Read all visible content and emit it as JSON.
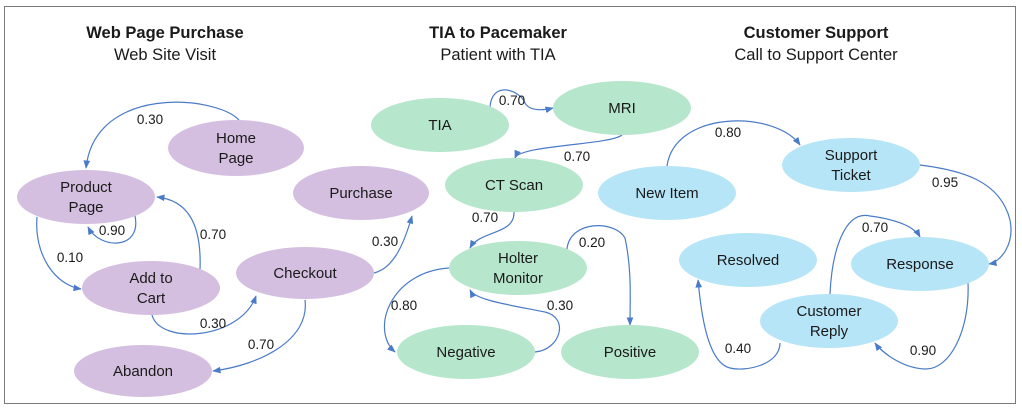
{
  "colors": {
    "purple": "#d5bfe0",
    "green": "#b6e6cc",
    "blue": "#b6e5f7",
    "edge": "#4a7bc8"
  },
  "diagrams": [
    {
      "title": "Web Page Purchase",
      "subtitle": "Web Site Visit",
      "color": "purple",
      "nodes": [
        {
          "id": "home",
          "label": [
            "Home",
            "Page"
          ]
        },
        {
          "id": "product",
          "label": [
            "Product",
            "Page"
          ]
        },
        {
          "id": "purchase",
          "label": [
            "Purchase"
          ]
        },
        {
          "id": "cart",
          "label": [
            "Add to",
            "Cart"
          ]
        },
        {
          "id": "checkout",
          "label": [
            "Checkout"
          ]
        },
        {
          "id": "abandon",
          "label": [
            "Abandon"
          ]
        }
      ],
      "edges": [
        {
          "from": "home",
          "to": "product",
          "prob": "0.30"
        },
        {
          "from": "product",
          "to": "product",
          "prob": "0.90"
        },
        {
          "from": "product",
          "to": "cart",
          "prob": "0.10"
        },
        {
          "from": "cart",
          "to": "product",
          "prob": "0.70"
        },
        {
          "from": "cart",
          "to": "checkout",
          "prob": "0.30"
        },
        {
          "from": "checkout",
          "to": "purchase",
          "prob": "0.30"
        },
        {
          "from": "checkout",
          "to": "abandon",
          "prob": "0.70"
        }
      ]
    },
    {
      "title": "TIA to Pacemaker",
      "subtitle": "Patient with TIA",
      "color": "green",
      "nodes": [
        {
          "id": "tia",
          "label": [
            "TIA"
          ]
        },
        {
          "id": "mri",
          "label": [
            "MRI"
          ]
        },
        {
          "id": "ct",
          "label": [
            "CT Scan"
          ]
        },
        {
          "id": "holter",
          "label": [
            "Holter",
            "Monitor"
          ]
        },
        {
          "id": "negative",
          "label": [
            "Negative"
          ]
        },
        {
          "id": "positive",
          "label": [
            "Positive"
          ]
        }
      ],
      "edges": [
        {
          "from": "tia",
          "to": "mri",
          "prob": "0.70"
        },
        {
          "from": "mri",
          "to": "ct",
          "prob": "0.70"
        },
        {
          "from": "ct",
          "to": "holter",
          "prob": "0.70"
        },
        {
          "from": "holter",
          "to": "positive",
          "prob": "0.20"
        },
        {
          "from": "holter",
          "to": "negative",
          "prob": "0.80"
        },
        {
          "from": "negative",
          "to": "holter",
          "prob": "0.30"
        }
      ]
    },
    {
      "title": "Customer Support",
      "subtitle": "Call to Support Center",
      "color": "blue",
      "nodes": [
        {
          "id": "newitem",
          "label": [
            "New Item"
          ]
        },
        {
          "id": "ticket",
          "label": [
            "Support",
            "Ticket"
          ]
        },
        {
          "id": "resolved",
          "label": [
            "Resolved"
          ]
        },
        {
          "id": "response",
          "label": [
            "Response"
          ]
        },
        {
          "id": "reply",
          "label": [
            "Customer",
            "Reply"
          ]
        }
      ],
      "edges": [
        {
          "from": "newitem",
          "to": "ticket",
          "prob": "0.80"
        },
        {
          "from": "ticket",
          "to": "response",
          "prob": "0.95"
        },
        {
          "from": "reply",
          "to": "response",
          "prob": "0.70"
        },
        {
          "from": "response",
          "to": "reply",
          "prob": "0.90"
        },
        {
          "from": "reply",
          "to": "resolved",
          "prob": "0.40"
        }
      ]
    }
  ]
}
